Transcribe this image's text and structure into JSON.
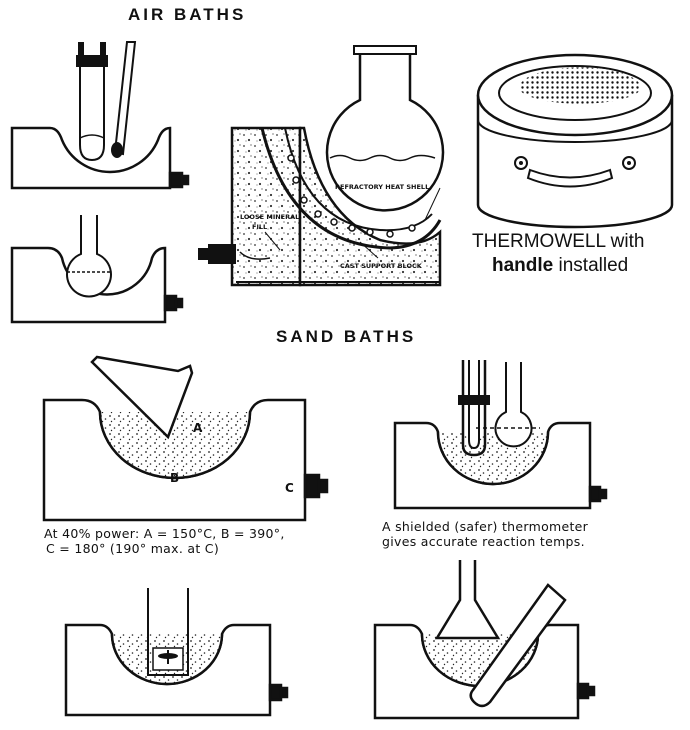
{
  "headings": {
    "air_baths": "AIR BATHS",
    "sand_baths": "SAND BATHS"
  },
  "cutaway_labels": {
    "refractory": "REFRACTORY HEAT SHELL",
    "loose_fill_1": "LOOSE MINERAL",
    "loose_fill_2": "FILL",
    "cast_block": "CAST SUPPORT BLOCK"
  },
  "thermowell": {
    "line1": "THERMOWELL with",
    "bold": "handle",
    "rest": " installed"
  },
  "zone_labels": {
    "a": "A",
    "b": "B",
    "c": "C"
  },
  "captions": {
    "power_line1": "At 40% power: A = 150°C, B = 390°,",
    "power_line2": "C = 180° (190° max. at C)",
    "shielded_line1": "A shielded (safer) thermometer",
    "shielded_line2": "gives accurate reaction temps."
  }
}
